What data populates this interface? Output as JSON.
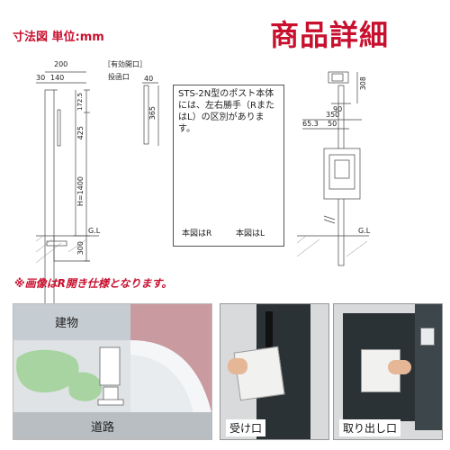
{
  "header": {
    "dimension_title": "寸法図 単位:mm",
    "product_detail": "商品詳細"
  },
  "diagram": {
    "effective_opening": "［有効開口］",
    "slot_label": "投函口",
    "dims": {
      "d200": "200",
      "d30": "30",
      "d140": "140",
      "d172": "172.5",
      "d425": "425",
      "dH": "H=1400",
      "d300": "300",
      "d40": "40",
      "d365": "365",
      "d90": "90",
      "d308": "308",
      "d350": "350",
      "d653": "65.3",
      "d50": "50",
      "gl_left": "G.L",
      "gl_right": "G.L"
    },
    "note_text": "STS-2N型のポスト本体には、左右勝手（RまたはL）の区別があります。",
    "r_caption": "本図はR",
    "l_caption": "本図はL"
  },
  "warning": "※画像はR開き仕様となります。",
  "illustration": {
    "building_label": "建物",
    "road_label": "道路"
  },
  "photos": {
    "receive_caption": "受け口",
    "takeout_caption": "取り出し口"
  },
  "colors": {
    "accent_red": "#c8102e",
    "building_gray": "#c5ccd2",
    "garden_green": "#a7d4a0",
    "path_pink": "#c99aa0"
  }
}
